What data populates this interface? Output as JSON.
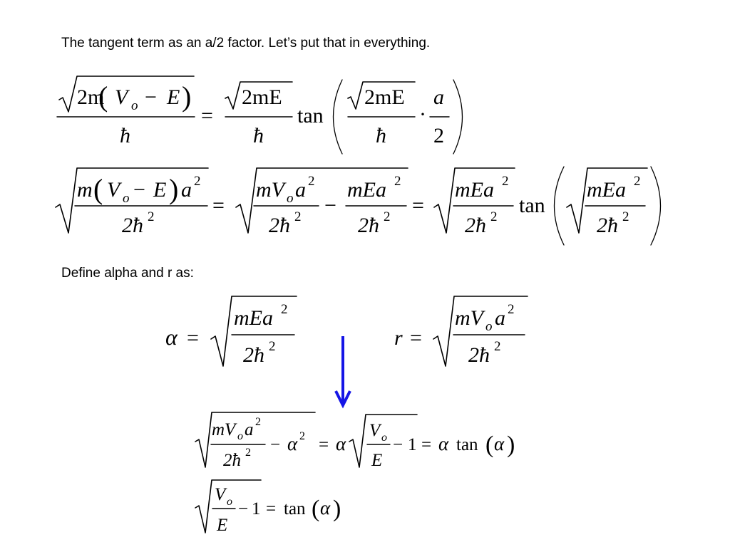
{
  "heading": "The tangent term as an a/2 factor.  Let’s put that in everything.",
  "define_text": "Define alpha and r as:",
  "sym": {
    "two_m": "2m",
    "two_mE": "2mE",
    "V": "V",
    "o": "o",
    "E": "E",
    "minus": "−",
    "equals": "=",
    "hbar": "ħ",
    "tan": "tan",
    "a": "a",
    "two": "2",
    "dot": "·",
    "m": "m",
    "mV": "mV",
    "mEa": "mEa",
    "two_hbar": "2ħ",
    "alpha": "α",
    "r": "r",
    "one": "1",
    "lparen": "(",
    "rparen": ")"
  },
  "colors": {
    "arrow": "#1515e6"
  }
}
